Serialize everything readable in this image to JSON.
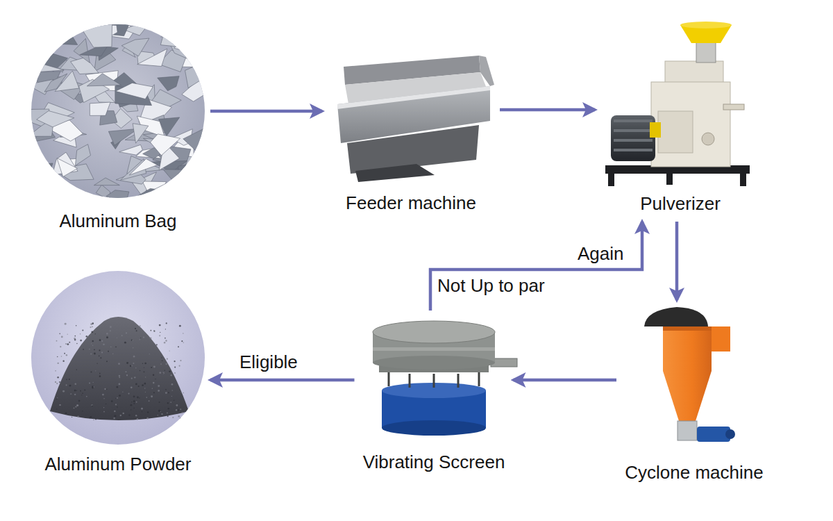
{
  "diagram": {
    "nodes": [
      {
        "text": [
          "Aluminum Bag"
        ]
      },
      {
        "text": [
          "Feeder machine"
        ]
      },
      {
        "text": [
          "Pulverizer"
        ]
      },
      {
        "text": [
          "Aluminum Powder"
        ]
      },
      {
        "text": [
          "Vibrating Sccreen"
        ]
      },
      {
        "text": [
          "Cyclone machine"
        ]
      }
    ],
    "edges": [
      {
        "from": 0,
        "to": 1,
        "arrow": "to"
      },
      {
        "from": 1,
        "to": 2,
        "arrow": "to"
      },
      {
        "from": 2,
        "to": 5,
        "arrow": "to"
      },
      {
        "from": 5,
        "to": 4,
        "arrow": "to"
      },
      {
        "from": 4,
        "to": 2,
        "label": "Not Up to par",
        "arrow": "to"
      },
      {
        "from": 4,
        "to": 3,
        "label": "Eligible",
        "arrow": "to"
      }
    ],
    "labels": [
      "Again"
    ]
  }
}
